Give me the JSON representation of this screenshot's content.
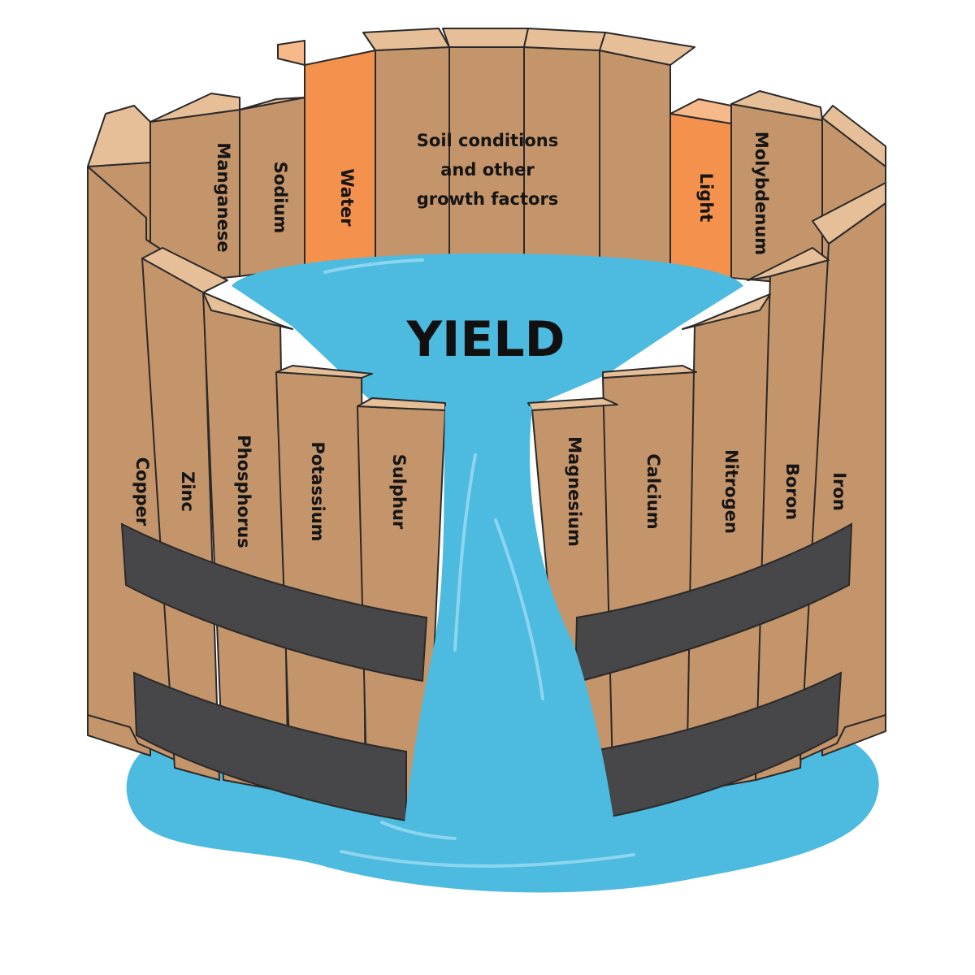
{
  "title": "YIELD",
  "back_staves": {
    "left": [
      "Manganese",
      "Sodium"
    ],
    "limiting_left": "Water",
    "center": [
      "Soil conditions",
      "and other",
      "growth factors"
    ],
    "limiting_right": "Light",
    "right": [
      "Molybdenum"
    ]
  },
  "front_staves": {
    "left": [
      "Copper",
      "Zinc",
      "Phosphorus",
      "Potassium",
      "Sulphur"
    ],
    "right": [
      "Magnesium",
      "Calcium",
      "Nitrogen",
      "Boron",
      "Iron"
    ]
  },
  "colors": {
    "wood": "#c4946a",
    "wood_top": "#e6bf98",
    "wood_outline": "#2a2a2a",
    "limiting": "#f4914d",
    "limiting_top": "#f8b98a",
    "water": "#4dbadf",
    "water_highlight": "#9cdcf2",
    "hoop": "#474749"
  }
}
